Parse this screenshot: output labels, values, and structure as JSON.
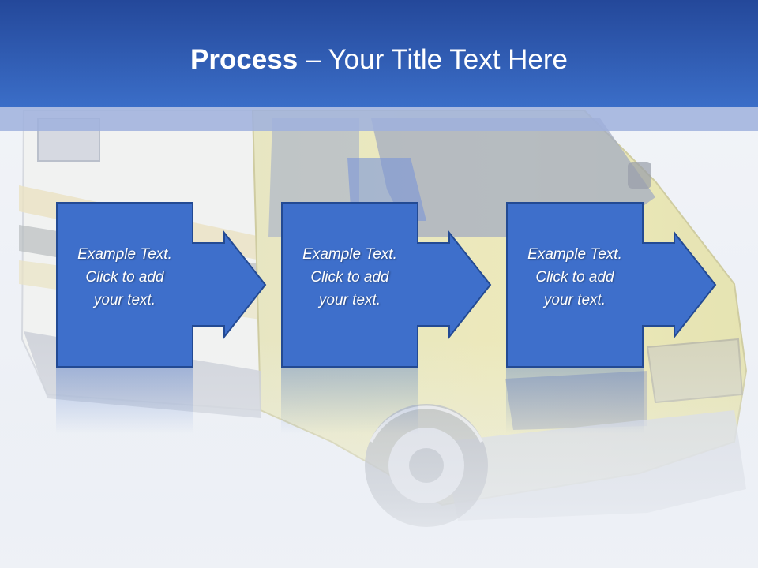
{
  "slide": {
    "title_bold": "Process",
    "title_rest": " – Your Title Text Here"
  },
  "steps": [
    {
      "line1": "Example Text.",
      "line2": "Click  to add",
      "line3": "your text."
    },
    {
      "line1": "Example Text.",
      "line2": "Click  to add",
      "line3": "your text."
    },
    {
      "line1": "Example Text.",
      "line2": "Click  to add",
      "line3": "your text."
    }
  ],
  "colors": {
    "title_bar": "#2f5cb5",
    "shape_fill": "#3e6fcb",
    "shape_stroke": "#234a93",
    "background": "#eef1f6",
    "van_yellow": "#e8e27a"
  },
  "icons": {
    "background": "ambulance-van-image",
    "step_shape": "right-arrow-callout"
  }
}
